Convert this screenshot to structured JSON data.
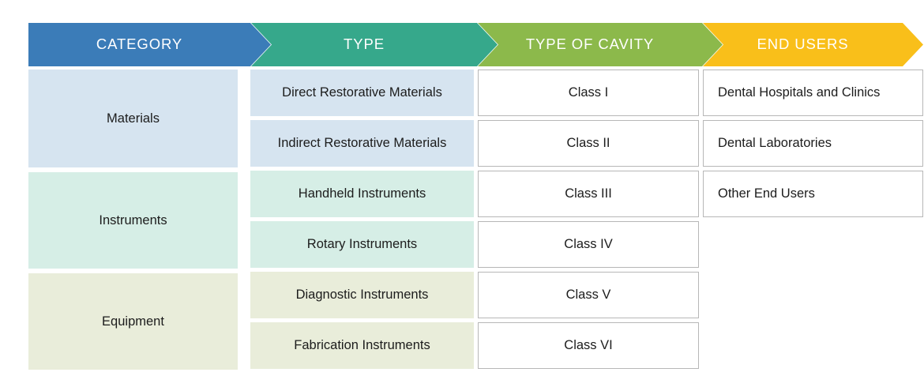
{
  "header": {
    "columns": [
      {
        "label": "CATEGORY",
        "color": "#3b7cb8"
      },
      {
        "label": "TYPE",
        "color": "#36a88b"
      },
      {
        "label": "TYPE OF CAVITY",
        "color": "#8cb94b"
      },
      {
        "label": "END USERS",
        "color": "#f9bf1a"
      }
    ]
  },
  "category_column": {
    "cells": [
      {
        "label": "Materials",
        "bg": "#d6e4f0"
      },
      {
        "label": "Instruments",
        "bg": "#d6eee6"
      },
      {
        "label": "Equipment",
        "bg": "#e9edda"
      }
    ]
  },
  "type_column": {
    "cells": [
      {
        "label": "Direct Restorative Materials",
        "bg": "#d6e4f0"
      },
      {
        "label": "Indirect Restorative Materials",
        "bg": "#d6e4f0"
      },
      {
        "label": "Handheld Instruments",
        "bg": "#d6eee6"
      },
      {
        "label": "Rotary Instruments",
        "bg": "#d6eee6"
      },
      {
        "label": "Diagnostic Instruments",
        "bg": "#e9edda"
      },
      {
        "label": "Fabrication Instruments",
        "bg": "#e9edda"
      }
    ]
  },
  "cavity_column": {
    "cells": [
      {
        "label": "Class I"
      },
      {
        "label": "Class II"
      },
      {
        "label": "Class III"
      },
      {
        "label": "Class IV"
      },
      {
        "label": "Class V"
      },
      {
        "label": "Class VI"
      }
    ]
  },
  "end_users_column": {
    "cells": [
      {
        "label": "Dental Hospitals and Clinics"
      },
      {
        "label": "Dental Laboratories"
      },
      {
        "label": "Other End Users"
      }
    ]
  }
}
